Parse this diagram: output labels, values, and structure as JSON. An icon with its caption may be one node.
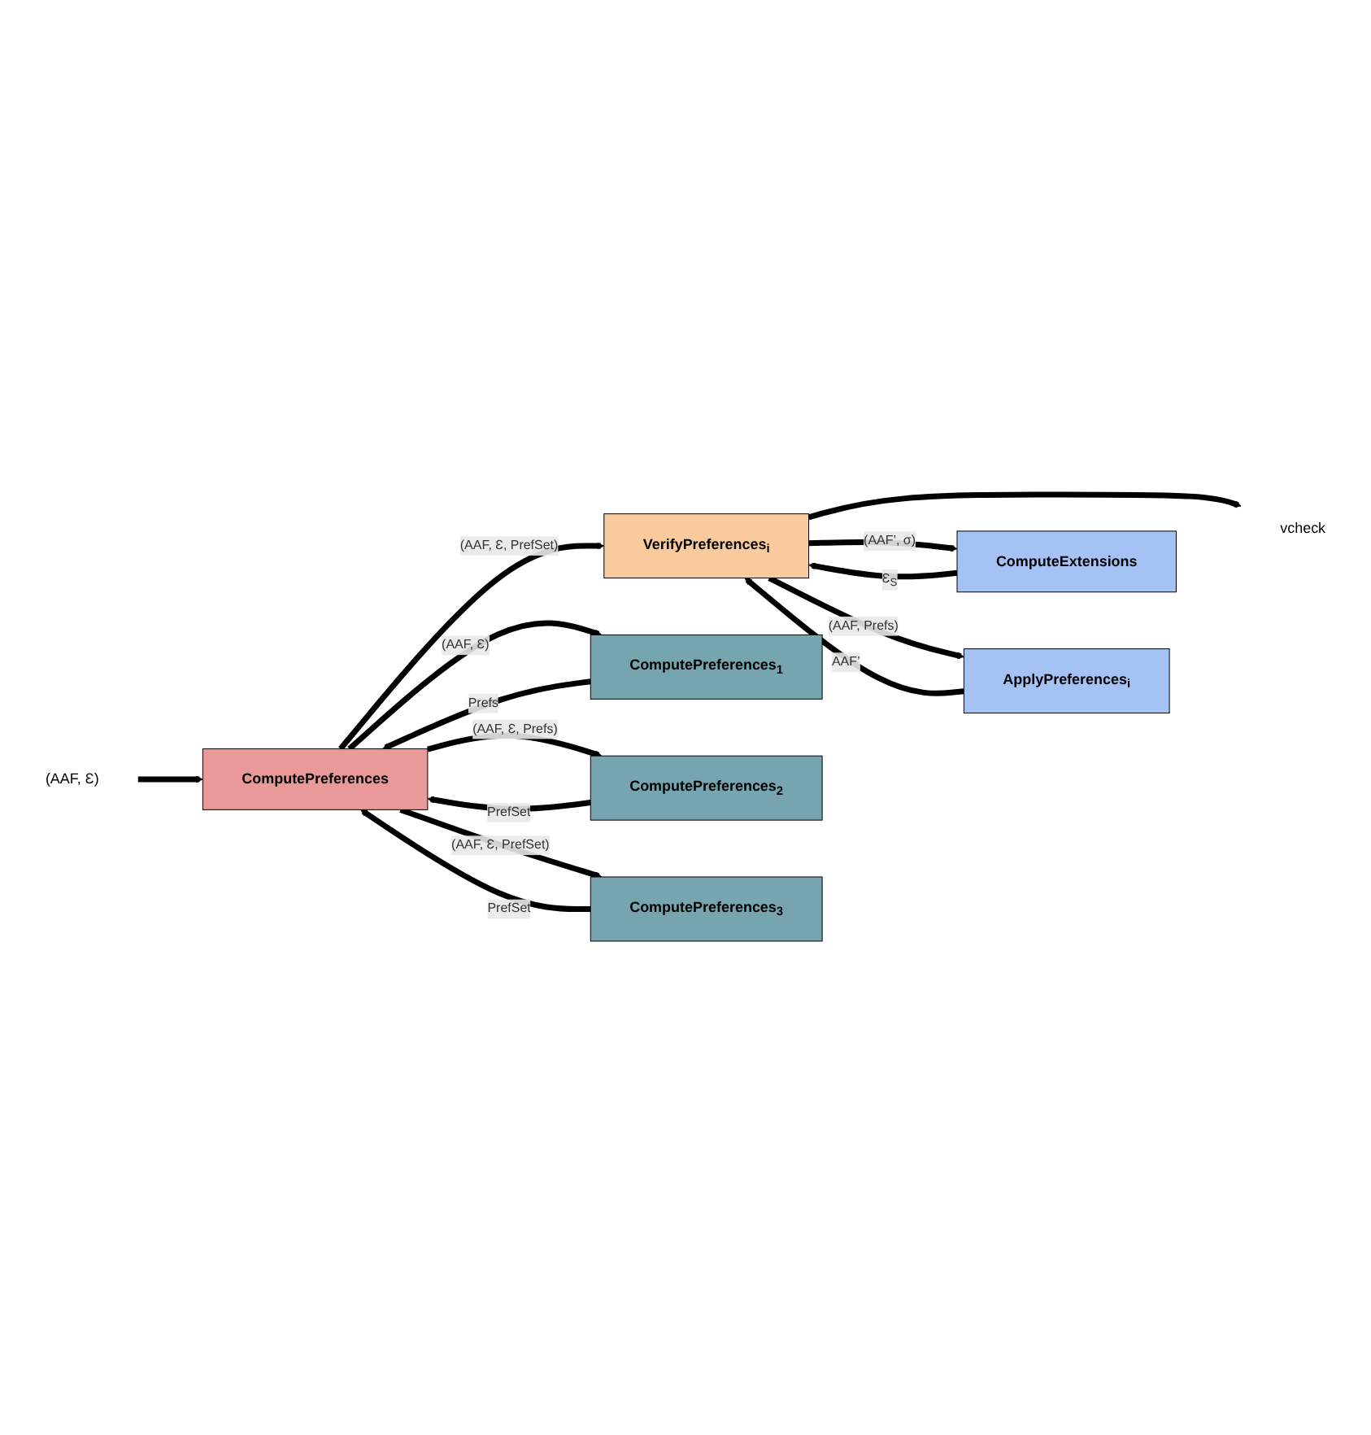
{
  "diagram": {
    "nodes": [
      {
        "text": [
          "(AAF, Ɛ)"
        ]
      },
      {
        "text": [
          "ComputePreferences"
        ]
      },
      {
        "text": [
          "ComputePreferences$_{1}$"
        ]
      },
      {
        "text": [
          "ComputePreferences$_{2}$"
        ]
      },
      {
        "text": [
          "ComputePreferences$_{3}$"
        ]
      },
      {
        "text": [
          "VerifyPreferences$_{i}$"
        ]
      },
      {
        "text": [
          "ApplyPreferences$_{i}$"
        ]
      },
      {
        "text": [
          "ComputeExtensions"
        ]
      },
      {
        "text": [
          "vcheck"
        ]
      }
    ],
    "edges": [
      {
        "from": 0,
        "to": 1,
        "arrow": "to"
      },
      {
        "from": 1,
        "to": 2,
        "arrow": "to",
        "label": "(AAF, Ɛ)"
      },
      {
        "from": 2,
        "to": 1,
        "arrow": "to",
        "label": "Prefs"
      },
      {
        "from": 1,
        "to": 3,
        "arrow": "to",
        "label": "(AAF, Ɛ, Prefs)"
      },
      {
        "from": 3,
        "to": 1,
        "arrow": "to",
        "label": "PrefSet"
      },
      {
        "from": 1,
        "to": 4,
        "arrow": "to",
        "label": "(AAF, Ɛ, PrefSet)"
      },
      {
        "from": 4,
        "to": 1,
        "arrow": "to",
        "label": "PrefSet"
      },
      {
        "from": 1,
        "to": 5,
        "arrow": "to",
        "label": "(AAF, Ɛ, PrefSet)"
      },
      {
        "from": 5,
        "to": 6,
        "arrow": "to",
        "label": "(AAF, Prefs)"
      },
      {
        "from": 6,
        "to": 5,
        "arrow": "to",
        "label": "AAF’"
      },
      {
        "from": 5,
        "to": 7,
        "arrow": "to",
        "label": "(AAF’, σ)"
      },
      {
        "from": 7,
        "to": 5,
        "arrow": "to",
        "label": "Ɛ$_{S}$"
      },
      {
        "from": 5,
        "to": 8,
        "arrow": "to"
      }
    ]
  }
}
